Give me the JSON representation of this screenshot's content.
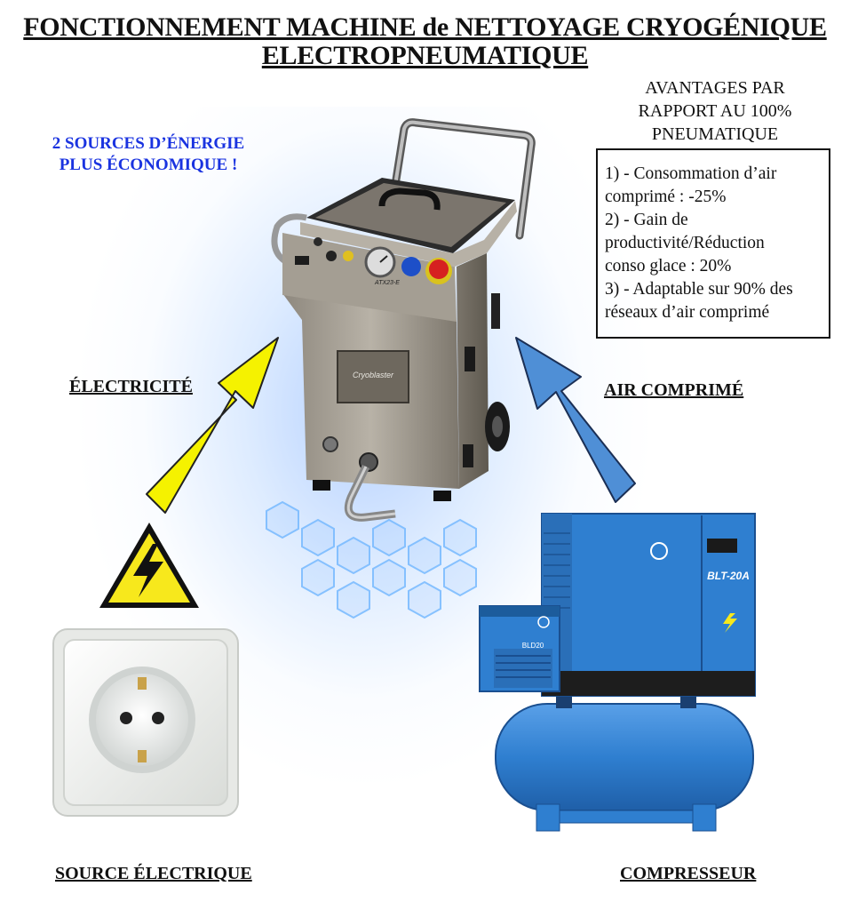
{
  "title": {
    "line1": "FONCTIONNEMENT MACHINE de NETTOYAGE CRYOGÉNIQUE",
    "line2": "ELECTROPNEUMATIQUE"
  },
  "energy_callout": {
    "line1": "2 SOURCES D’ÉNERGIE",
    "line2": "PLUS ÉCONOMIQUE !",
    "color": "#1a33e0"
  },
  "advantages": {
    "heading_line1": "AVANTAGES PAR",
    "heading_line2": "RAPPORT AU 100%",
    "heading_line3": "PNEUMATIQUE",
    "items": [
      "1) - Consommation d’air",
      "comprimé : -25%",
      "2) - Gain de",
      "productivité/Réduction",
      "conso glace : 20%",
      "3) - Adaptable sur 90% des",
      "réseaux d’air comprimé"
    ]
  },
  "labels": {
    "electricity": "ÉLECTRICITÉ",
    "compressed_air": "AIR COMPRIMÉ",
    "power_source": "SOURCE ÉLECTRIQUE",
    "compressor": "COMPRESSEUR"
  },
  "machine": {
    "brand": "Cryoblaster",
    "model": "ATX23-E"
  },
  "compressor_unit": {
    "model": "BLT-20A",
    "dryer_label": "BLD20"
  },
  "colors": {
    "electric_arrow": "#f5f200",
    "air_arrow": "#4f8fd6",
    "machine_steel": "#a9a398",
    "compressor_blue": "#2f7fd0",
    "warning_yellow": "#f7e81c"
  }
}
